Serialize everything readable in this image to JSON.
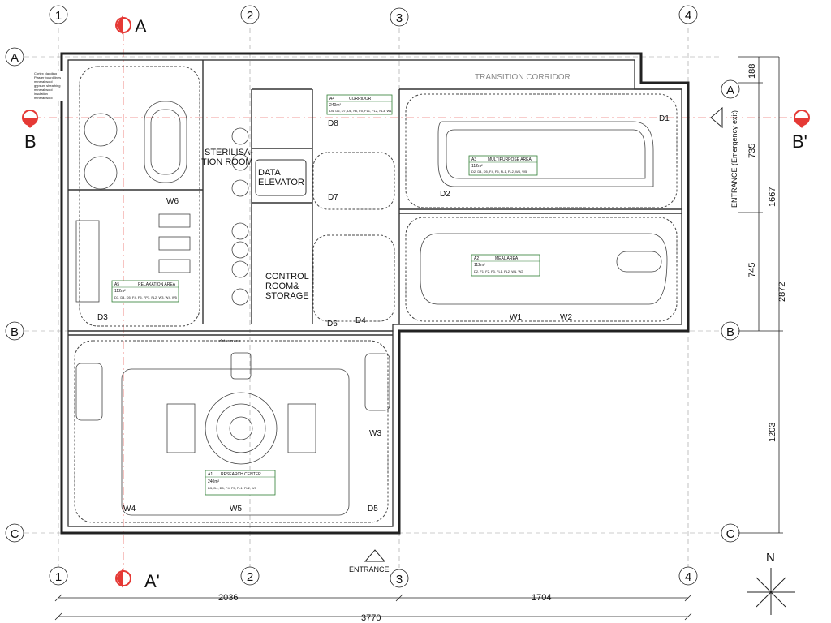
{
  "grid": {
    "columns": [
      "1",
      "2",
      "3",
      "4"
    ],
    "rows": [
      "A",
      "B",
      "C"
    ]
  },
  "sections": {
    "a": "A",
    "a_prime": "A'",
    "b": "B",
    "b_prime": "B'"
  },
  "rooms": {
    "sterilisation_1": "STERILISA-",
    "sterilisation_2": "TION ROOM",
    "data_elevator_1": "DATA",
    "data_elevator_2": "ELEVATOR",
    "control_1": "CONTROL",
    "control_2": "ROOM&",
    "control_3": "STORAGE",
    "transition_corridor": "TRANSITION CORRIDOR",
    "data_screen": "data screen"
  },
  "room_tags": [
    {
      "code": "A4",
      "name": "CORRIDOR",
      "area": "240m²",
      "items": "D4, D6, D7, D8, F6, F5, FL1, FL2, FL3, W1"
    },
    {
      "code": "A3",
      "name": "MULTIPURPOSE AREA",
      "area": "112m²",
      "items": "D2, D4, D5, F4, F5, FL1, FL2, W4, W5"
    },
    {
      "code": "A2",
      "name": "MEAL AREA",
      "area": "112m²",
      "items": "D2, F1, F2, F3, FL1, FL2, W1, W2"
    },
    {
      "code": "A5",
      "name": "RELAXATION AREA",
      "area": "112m²",
      "items": "D3, D4, D5, F4, F5, FP1, FL2, W3, W4, W5"
    },
    {
      "code": "A1",
      "name": "RESEARCH CENTER",
      "area": "240m²",
      "items": "D3, D4, D5, F4, F5, FL1, FL2, W3"
    }
  ],
  "doors": [
    "D1",
    "D2",
    "D3",
    "D4",
    "D5",
    "D6",
    "D7",
    "D8"
  ],
  "windows": [
    "W1",
    "W2",
    "W3",
    "W4",
    "W5",
    "W6"
  ],
  "entrance": "ENTRANCE",
  "entrance_emergency": "ENTRANCE (Emergency exit)",
  "north": "N",
  "dimensions": {
    "bottom_left": "2036",
    "bottom_right": "1704",
    "bottom_total": "3770",
    "right_188": "188",
    "right_735": "735",
    "right_745": "745",
    "right_1203": "1203",
    "right_1667": "1667",
    "right_2872": "2872"
  },
  "legend": {
    "line1": "Cortex cladding",
    "line2": "Plaster board lines",
    "line3": "mineral wool",
    "line4": "gypsum sheathing",
    "line5": "mineral wool",
    "line6": "insulation",
    "line7": "mineral wool",
    "line8": "steel frame"
  },
  "colors": {
    "line": "#222222",
    "accent": "#e53935",
    "tag": "#2e7d32"
  }
}
